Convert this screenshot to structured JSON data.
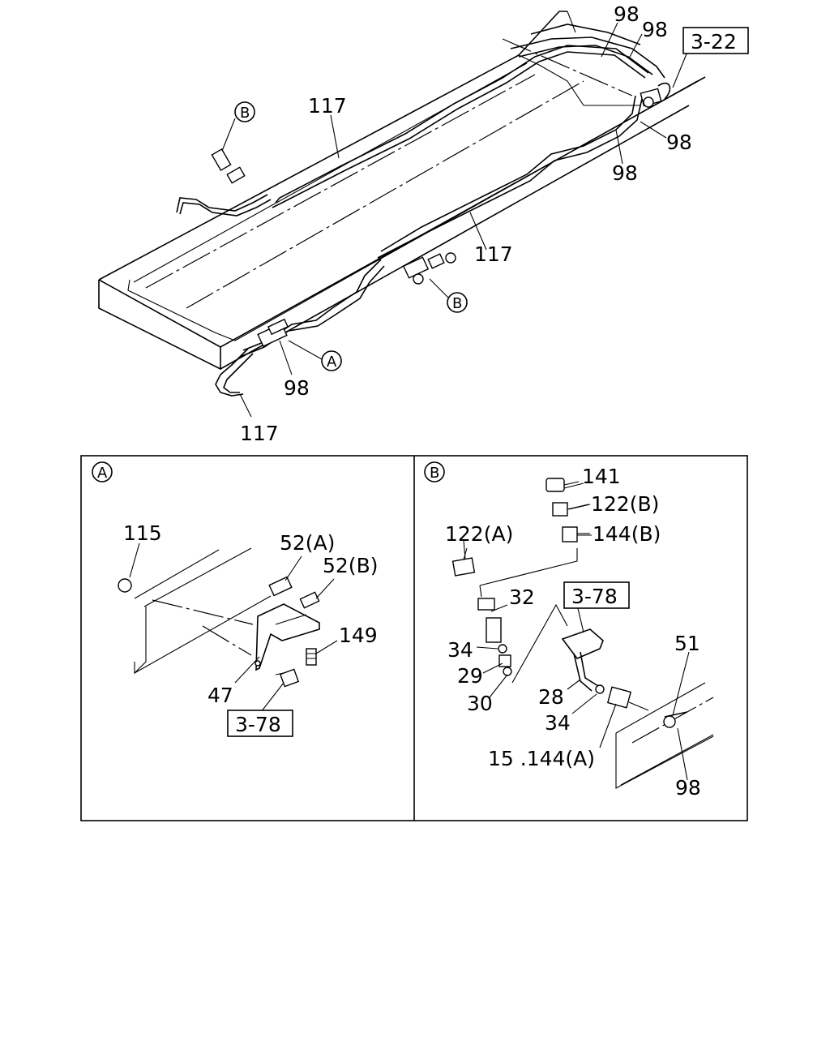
{
  "top_view": {
    "labels": {
      "p98_a": "98",
      "p98_b": "98",
      "ref_3_22": "3-22",
      "p117_top": "117",
      "p98_c": "98",
      "p98_d": "98",
      "p117_mid": "117",
      "p98_e": "98",
      "p117_bottom": "117",
      "callout_b_top": "B",
      "callout_b_mid": "B",
      "callout_a": "A"
    }
  },
  "detail_a": {
    "marker": "A",
    "labels": {
      "p115": "115",
      "p52a": "52(A)",
      "p52b": "52(B)",
      "p149": "149",
      "p47": "47",
      "ref_3_78": "3-78"
    }
  },
  "detail_b": {
    "marker": "B",
    "labels": {
      "p141": "141",
      "p122b": "122(B)",
      "p144b": "144(B)",
      "p122a": "122(A)",
      "p32": "32",
      "ref_3_78": "3-78",
      "p34_top": "34",
      "p29": "29",
      "p30": "30",
      "p28": "28",
      "p34_bottom": "34",
      "p51": "51",
      "p15_144a": "15 .144(A)",
      "p98": "98"
    }
  }
}
